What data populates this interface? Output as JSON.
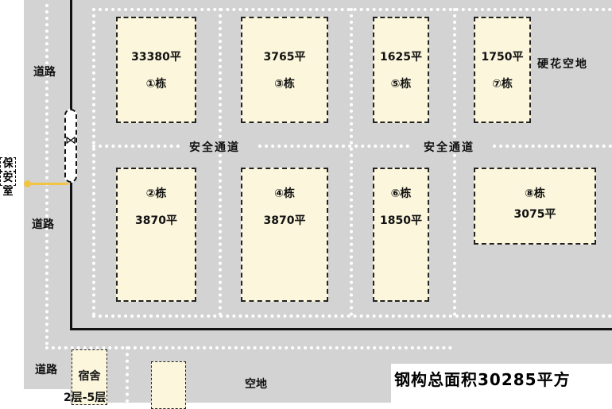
{
  "roads": {
    "left_top": "道路",
    "left_mid": "道路",
    "left_bottom": "道路"
  },
  "security_room": [
    "保",
    "安",
    "室"
  ],
  "compound": {
    "aisle_left": "安全通道",
    "aisle_right": "安全通道",
    "hard_ground": "硬花空地"
  },
  "buildings": [
    {
      "id": "①栋",
      "area": "33380平"
    },
    {
      "id": "③栋",
      "area": "3765平"
    },
    {
      "id": "⑤栋",
      "area": "1625平"
    },
    {
      "id": "⑦栋",
      "area": "1750平"
    },
    {
      "id": "②栋",
      "area": "3870平"
    },
    {
      "id": "④栋",
      "area": "3870平"
    },
    {
      "id": "⑥栋",
      "area": "1850平"
    },
    {
      "id": "⑧栋",
      "area": "3075平"
    }
  ],
  "south": {
    "dorm": "宿舍",
    "dorm_floors": "2层-5层",
    "open_land": "空地"
  },
  "summary": {
    "total": "钢构总面积30285平方"
  },
  "colors": {
    "building_fill": "#fbf6dc",
    "ground": "#d3d3d3",
    "security_line": "#f2c443"
  }
}
